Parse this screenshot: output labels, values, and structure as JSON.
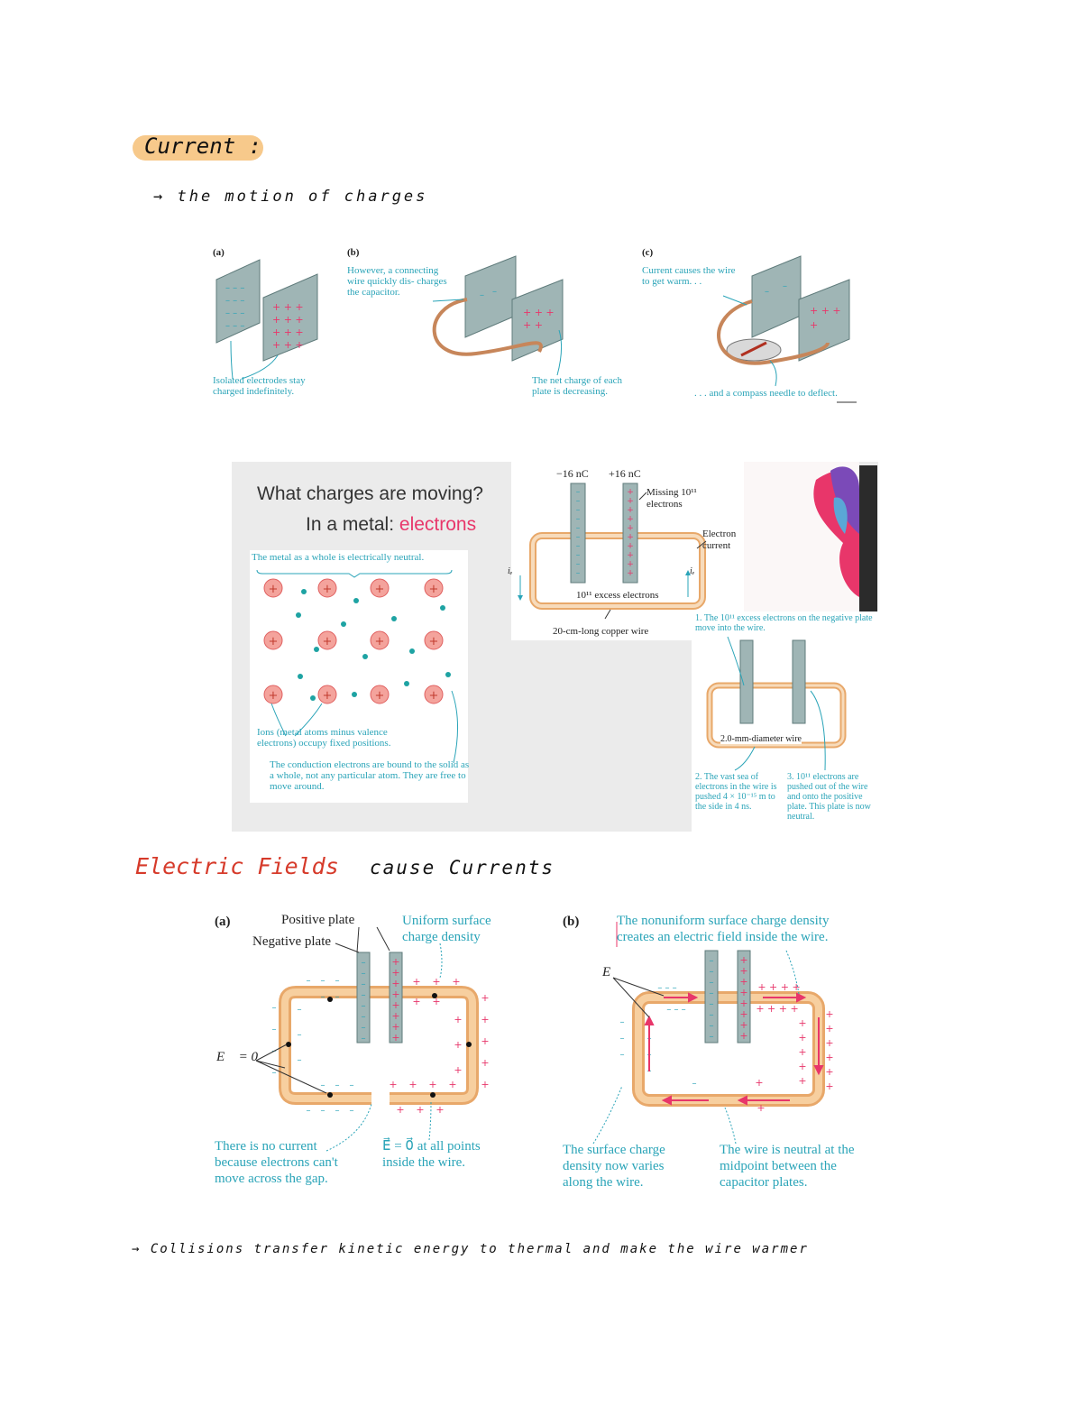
{
  "notes": {
    "heading1": "Current :",
    "line1": "→ the motion of charges",
    "heading2_red": "Electric Fields",
    "heading2_rest": "cause Currents",
    "line2": "→ Collisions transfer kinetic energy to thermal and make the wire warmer"
  },
  "fig1": {
    "a_label": "(a)",
    "b_label": "(b)",
    "c_label": "(c)",
    "a_caption": "Isolated electrodes stay charged indefinitely.",
    "b_caption_top": "However, a connecting wire quickly dis- charges the capacitor.",
    "b_caption_bottom": "The net charge of each plate is decreasing.",
    "c_caption_top": "Current causes the wire to get warm. . .",
    "c_caption_bottom": ". . . and a compass needle to deflect."
  },
  "fig2": {
    "title": "What charges are moving?",
    "subtitle_prefix": "In a metal: ",
    "subtitle_highlight": "electrons",
    "neutral_caption": "The metal as a whole is electrically neutral.",
    "ions_caption": "Ions (metal atoms minus valence electrons) occupy fixed positions.",
    "conduction_caption": "The conduction electrons are bound to the solid as a whole, not any particular atom. They are free to move around.",
    "neg_charge": "−16 nC",
    "pos_charge": "+16 nC",
    "missing": "Missing 10¹¹ electrons",
    "electron_current": "Electron current",
    "excess": "10¹¹ excess electrons",
    "wire": "20-cm-long copper wire",
    "ie": "iₑ",
    "step1": "1. The 10¹¹ excess electrons on the negative plate move into the wire.",
    "diameter": "2.0-mm-diameter wire",
    "step2": "2. The vast sea of electrons in the wire is pushed 4 × 10⁻¹⁵ m to the side in 4 ns.",
    "step3": "3. 10¹¹ electrons are pushed out of the wire and onto the positive plate. This plate is now neutral."
  },
  "fig3": {
    "a_label": "(a)",
    "b_label": "(b)",
    "positive_plate": "Positive plate",
    "negative_plate": "Negative plate",
    "uniform": "Uniform surface charge density",
    "e_zero": "E⃗ = 0⃗",
    "no_current": "There is no current because electrons can't move across the gap.",
    "all_points": "E⃗ = 0⃗ at all points inside the wire.",
    "nonuniform": "The nonuniform surface charge density creates an electric field inside the wire.",
    "e_vec": "E⃗",
    "varies": "The surface charge density now varies along the wire.",
    "neutral_mid": "The wire is neutral at the midpoint between the capacitor plates."
  },
  "colors": {
    "highlight": "#f7c98b",
    "red_heading": "#d63a2a",
    "teal": "#2aa4b8",
    "plate": "#9fb5b5",
    "wire": "#f2c28f",
    "pink": "#e8366a"
  }
}
